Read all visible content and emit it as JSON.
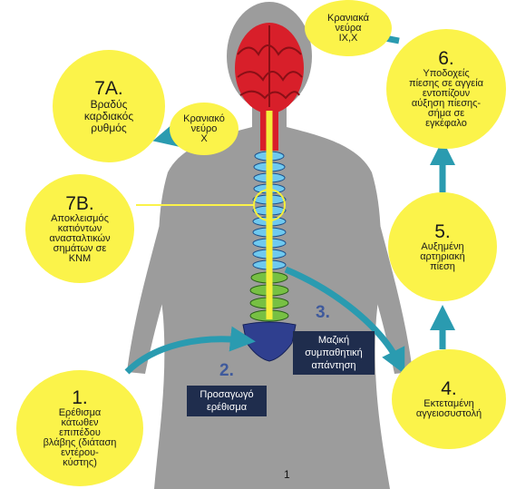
{
  "colors": {
    "yellow": "#fbf34a",
    "arrow": "#2a9bb0",
    "silhouette": "#9c9c9c",
    "brain": "#d81f2a",
    "navy_box": "#1f2d4d",
    "step_number": "#3f5a9c"
  },
  "nodes": {
    "n1": {
      "num": "1.",
      "text": "Ερέθισμα\nκάτωθεν\nεπιπέδου\nβλάβης (διάταση\nεντέρου-\nκύστης)"
    },
    "n4": {
      "num": "4.",
      "text": "Εκτεταμένη\nαγγειοσυστολή"
    },
    "n5": {
      "num": "5.",
      "text": "Αυξημένη\nαρτηριακή\nπίεση"
    },
    "n6": {
      "num": "6.",
      "text": "Υποδοχείς\nπίεσης σε αγγεία\nεντοπίζουν\nαύξηση πίεσης-\nσήμα σε\nεγκέφαλο"
    },
    "n7a": {
      "num": "7Α.",
      "text": "Βραδύς\nκαρδιακός\nρυθμός"
    },
    "n7b": {
      "num": "7Β.",
      "text": "Αποκλεισμός\nκατιόντων\nανασταλτικών\nσημάτων σε\nΚΝΜ"
    }
  },
  "cranial_top": {
    "text": "Κρανιακά\nνεύρα\nIX,X"
  },
  "cranial_mid": {
    "text": "Κρανιακό\nνεύρο\nX"
  },
  "steps": {
    "s2": "2.",
    "s3": "3."
  },
  "boxes": {
    "afferent": "Προσαγωγό\nερέθισμα",
    "sympathetic": "Μαζική\nσυμπαθητική\nαπάντηση"
  },
  "page_number": "1"
}
